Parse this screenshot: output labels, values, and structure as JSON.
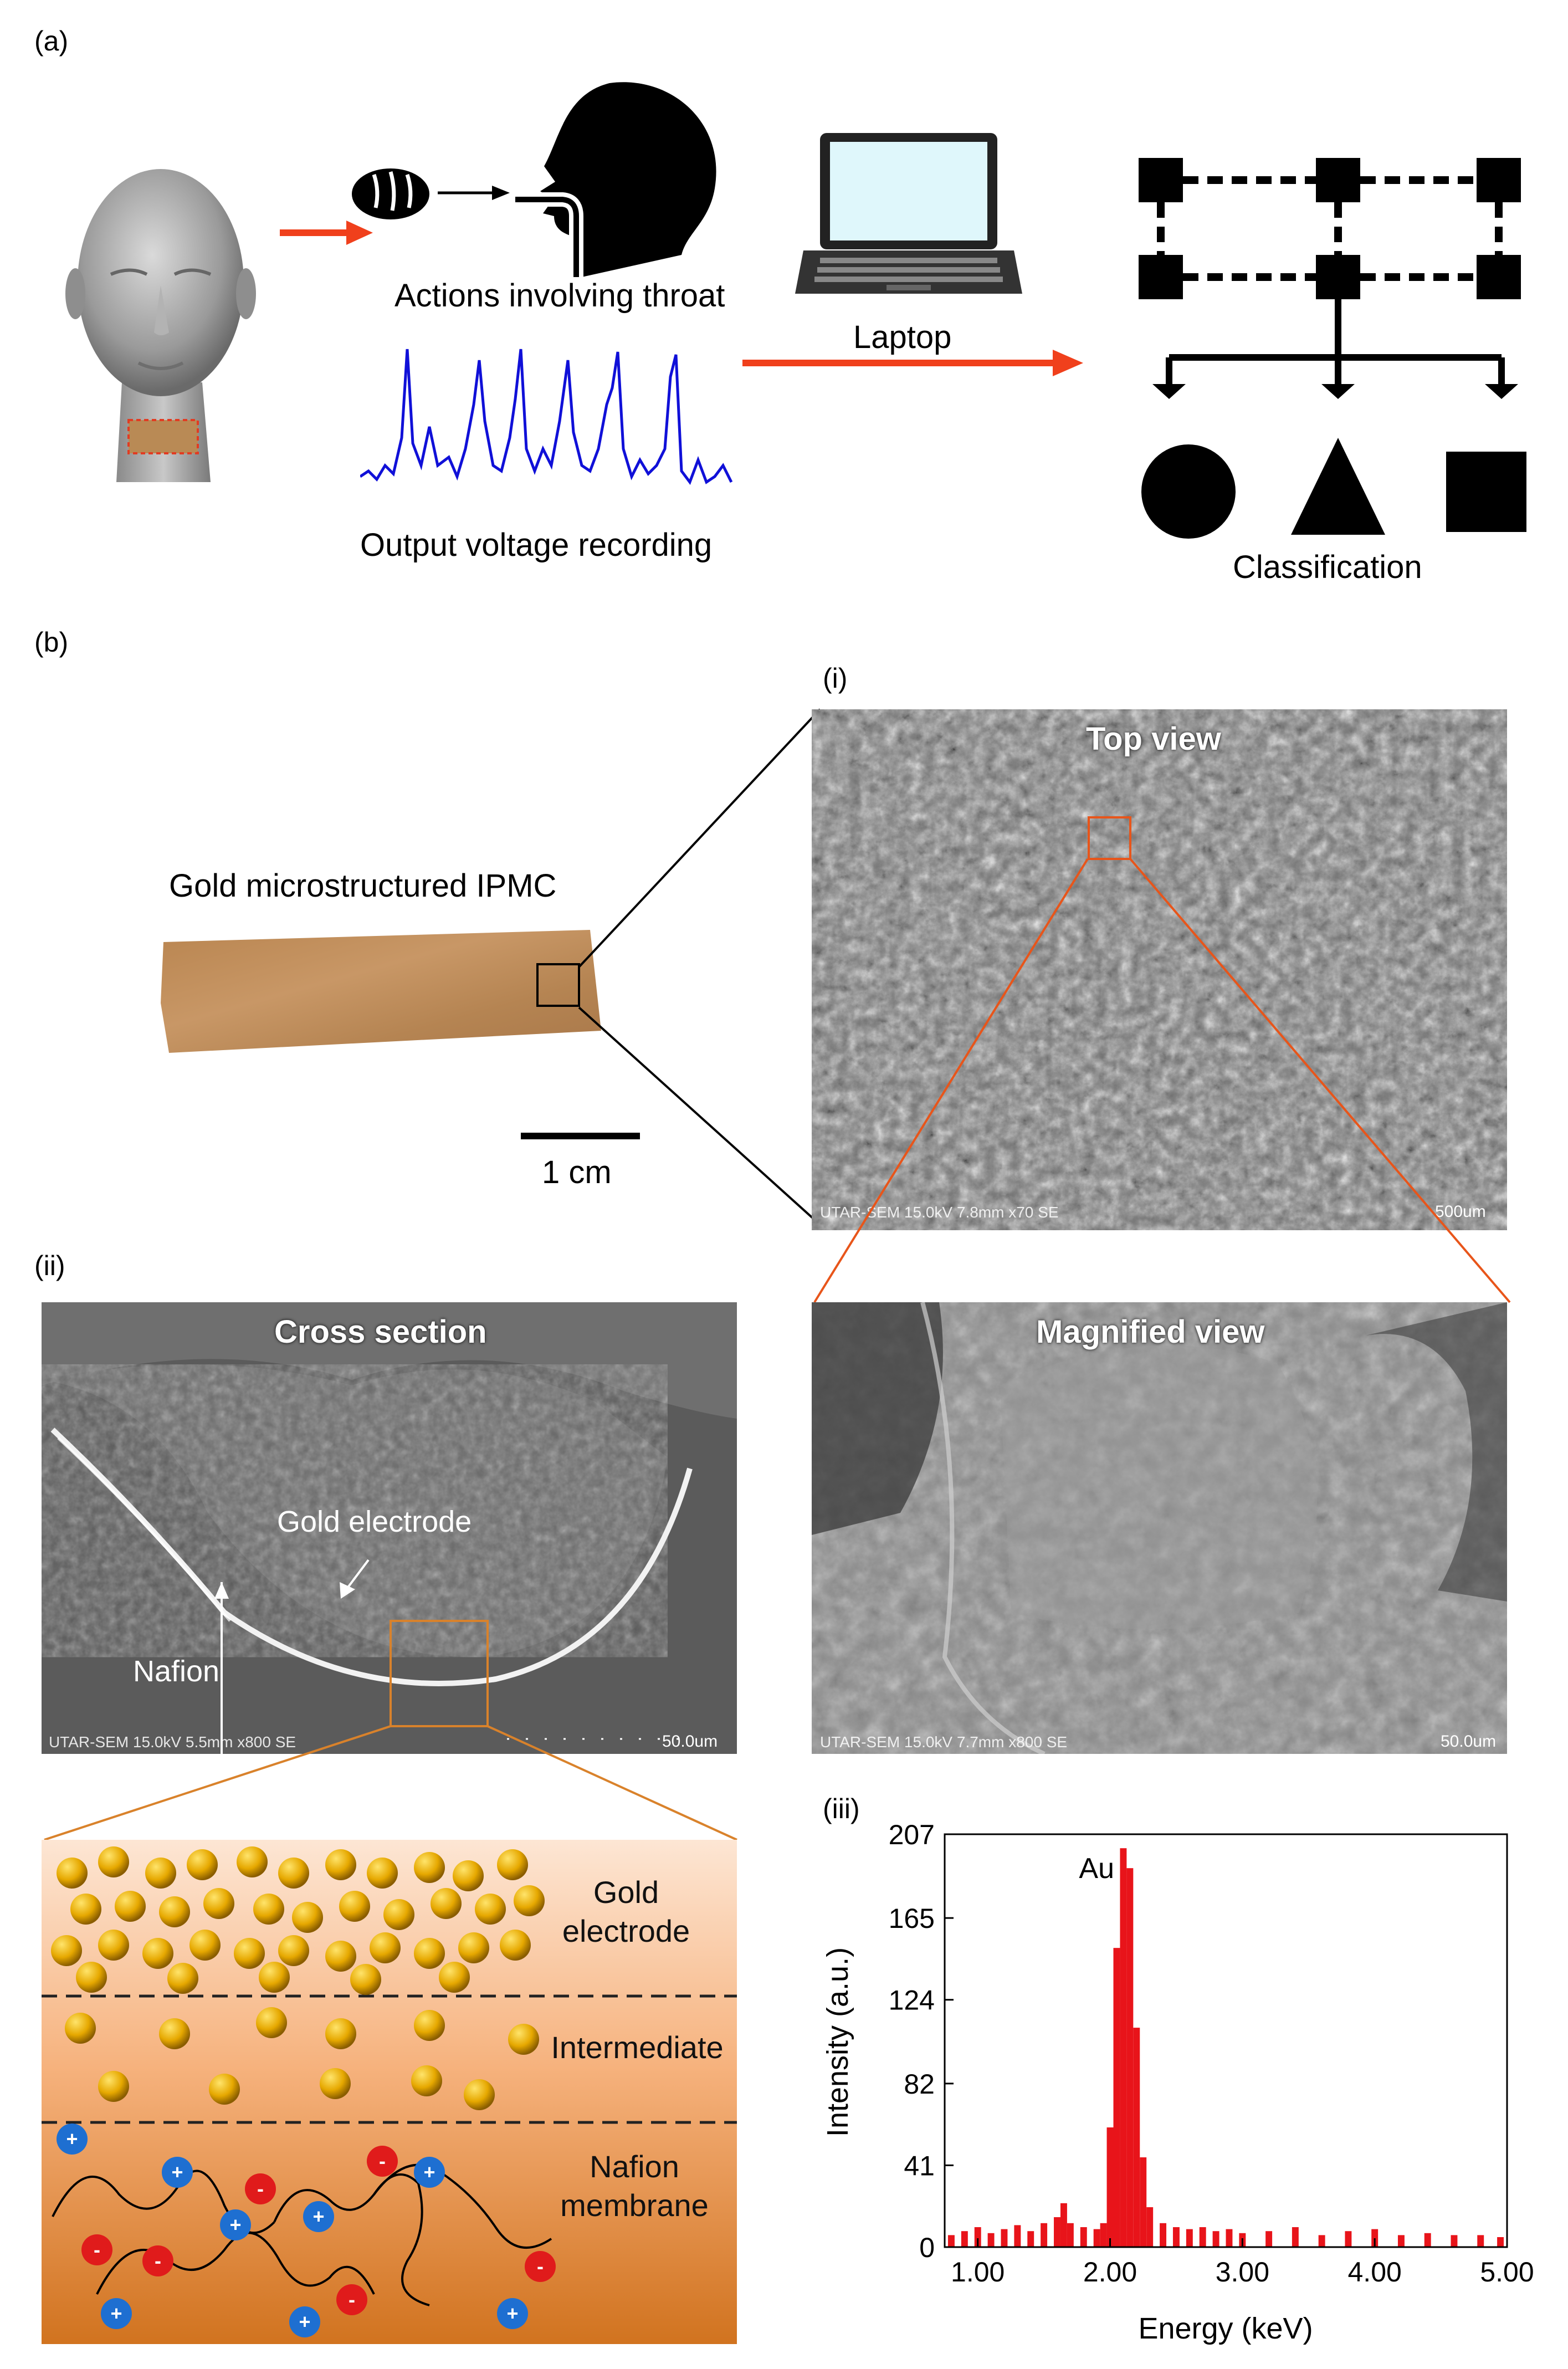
{
  "panel_a": {
    "label": "(a)",
    "throat_caption": "Actions involving throat",
    "voltage_caption": "Output voltage recording",
    "laptop_caption": "Laptop",
    "classification_caption": "Classification"
  },
  "panel_b": {
    "label": "(b)",
    "ipmc_caption": "Gold microstructured IPMC",
    "scale_caption": "1 cm",
    "sub_i": "(i)",
    "sub_ii": "(ii)",
    "sub_iii": "(iii)",
    "top_view": {
      "title": "Top view",
      "footer": "UTAR-SEM 15.0kV 7.8mm x70 SE",
      "scale": "500um"
    },
    "cross_section": {
      "title": "Cross section",
      "footer": "UTAR-SEM 15.0kV 5.5mm x800 SE",
      "scale": "50.0um",
      "gold_electrode_label": "Gold electrode",
      "nafion_label": "Nafion"
    },
    "magnified_view": {
      "title": "Magnified view",
      "footer": "UTAR-SEM 15.0kV 7.7mm x800 SE",
      "scale": "50.0um"
    },
    "layers": {
      "gold": "Gold electrode",
      "intermediate": "Intermediate",
      "nafion": "Nafion membrane"
    },
    "colors": {
      "arrow_orange": "#f0401c",
      "gold_particle": "#e6a800",
      "cation_blue": "#1e6fd1",
      "anion_red": "#e01b1b",
      "voltage_blue": "#1010d8",
      "eds_red": "#e8141a"
    }
  },
  "chart_data": {
    "type": "bar",
    "title": "",
    "xlabel": "Energy (keV)",
    "ylabel": "Intensity (a.u.)",
    "xlim": [
      0.75,
      5.0
    ],
    "ylim": [
      0,
      207
    ],
    "xticks": [
      "1.00",
      "2.00",
      "3.00",
      "4.00",
      "5.00"
    ],
    "yticks": [
      "0",
      "41",
      "82",
      "124",
      "165",
      "207"
    ],
    "annotation": "Au",
    "series": [
      {
        "x": [
          0.8,
          0.9,
          1.0,
          1.1,
          1.2,
          1.3,
          1.4,
          1.5,
          1.6,
          1.65,
          1.7,
          1.8,
          1.9,
          1.95,
          2.0,
          2.05,
          2.1,
          2.15,
          2.2,
          2.25,
          2.3,
          2.4,
          2.5,
          2.6,
          2.7,
          2.8,
          2.9,
          3.0,
          3.2,
          3.4,
          3.6,
          3.8,
          4.0,
          4.2,
          4.4,
          4.6,
          4.8,
          4.95
        ],
        "values": [
          6,
          8,
          10,
          7,
          9,
          11,
          8,
          12,
          15,
          22,
          12,
          10,
          9,
          12,
          60,
          150,
          200,
          190,
          110,
          45,
          20,
          12,
          10,
          9,
          10,
          8,
          9,
          7,
          8,
          10,
          6,
          8,
          9,
          6,
          7,
          6,
          6,
          5
        ]
      }
    ]
  }
}
